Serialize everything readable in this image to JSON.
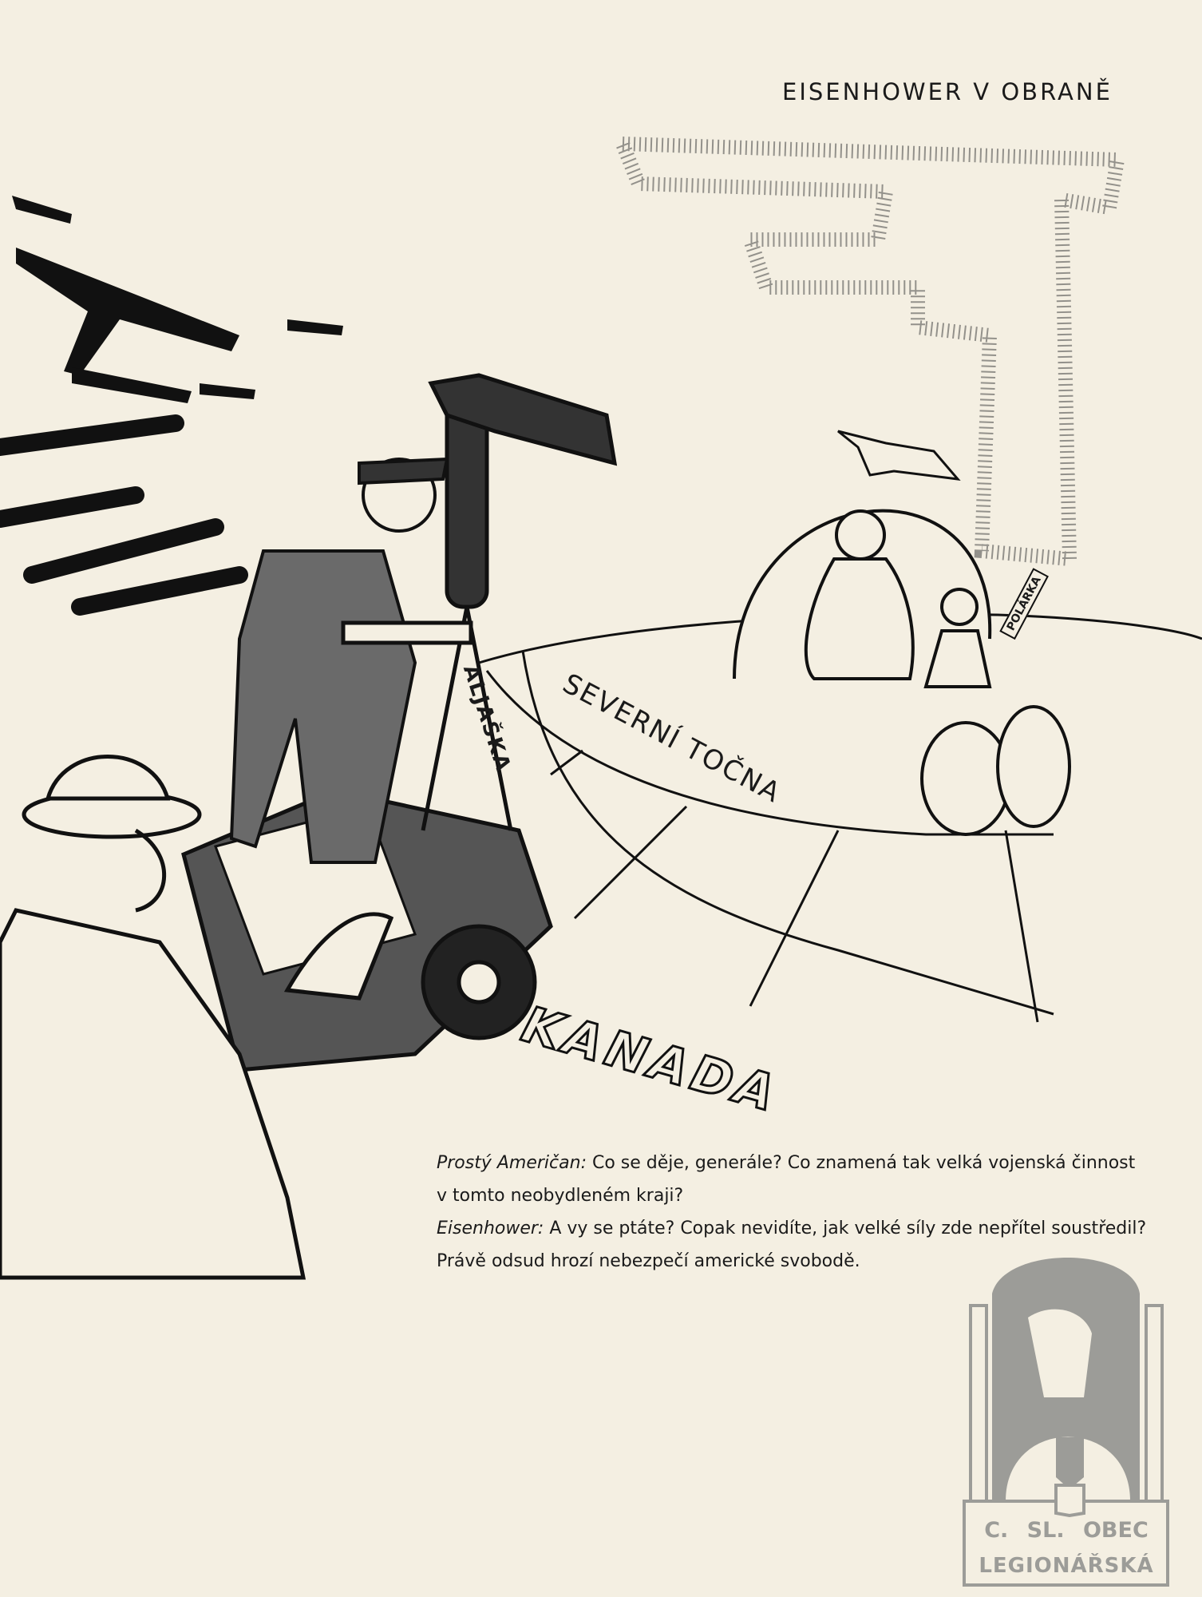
{
  "page": {
    "title": "EISENHOWER V OBRANĚ"
  },
  "illustration": {
    "labels": {
      "north_pole": "SEVERNÍ TOČNA",
      "alaska": "ALJAŠKA",
      "canada": "KANADA",
      "sign": "POLÁRKA"
    }
  },
  "caption": {
    "speaker1": "Prostý Američan:",
    "line1": "Co se děje, generále? Co znamená tak velká vojenská činnost",
    "line2": "v tomto neobydleném kraji?",
    "speaker2": "Eisenhower:",
    "line3": "A vy se ptáte? Copak nevidíte, jak velké síly zde nepřítel soustředil?",
    "line4": "Právě odsud hrozí nebezpečí americké svobodě."
  },
  "stamp": {
    "line1": "C. SL. OBEC",
    "line2": "LEGIONÁŘSKÁ",
    "color": "#9c9c98"
  }
}
